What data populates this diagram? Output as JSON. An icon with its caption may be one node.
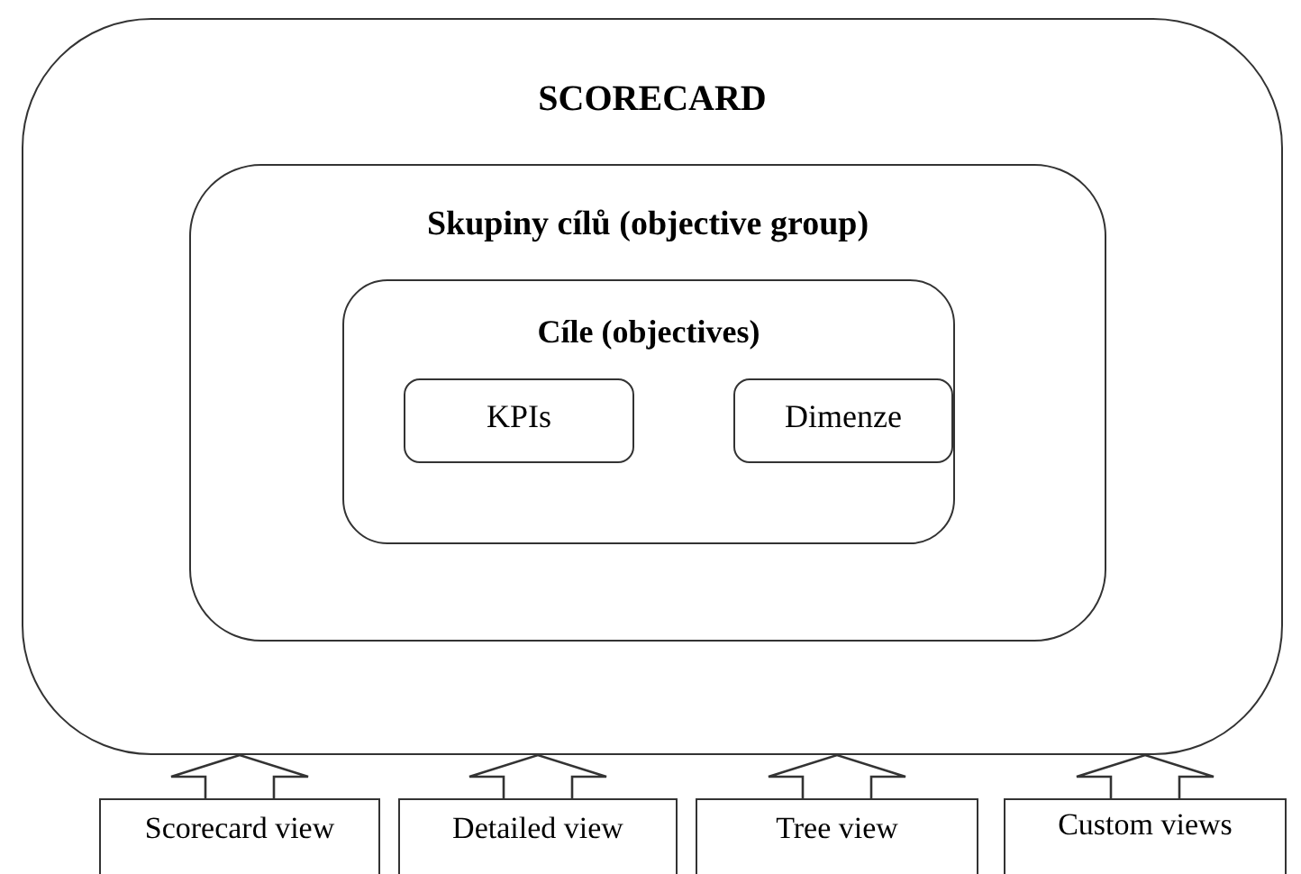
{
  "diagram": {
    "nodes": [
      {
        "text": [
          "SCORECARD"
        ]
      },
      {
        "text": [
          "Skupiny cílů (objective group)"
        ],
        "in": 0
      },
      {
        "text": [
          "Cíle (objectives)"
        ],
        "in": 1
      },
      {
        "text": [
          "KPIs"
        ],
        "in": 2
      },
      {
        "text": [
          "Dimenze"
        ],
        "in": 2
      },
      {
        "text": [
          "Scorecard view"
        ]
      },
      {
        "text": [
          "Detailed view"
        ]
      },
      {
        "text": [
          "Tree view"
        ]
      },
      {
        "text": [
          "Custom views"
        ]
      }
    ],
    "edges": [
      {
        "from": 5,
        "to": 0,
        "arrow": "to",
        "style": "thick"
      },
      {
        "from": 6,
        "to": 0,
        "arrow": "to",
        "style": "thick"
      },
      {
        "from": 7,
        "to": 0,
        "arrow": "to",
        "style": "thick"
      },
      {
        "from": 8,
        "to": 0,
        "arrow": "to",
        "style": "thick"
      }
    ]
  }
}
